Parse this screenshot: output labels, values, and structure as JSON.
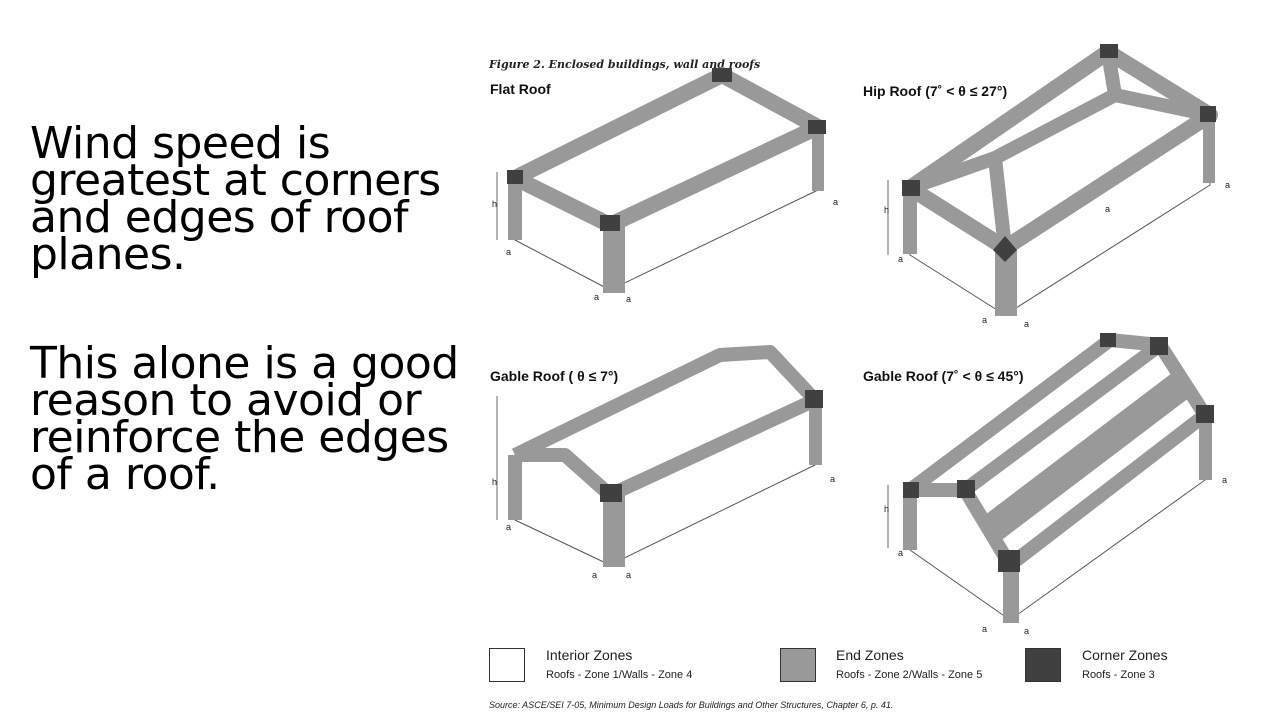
{
  "slide": {
    "paragraphs": [
      "Wind speed is greatest at corners and edges of roof planes.",
      "This alone is a good reason to avoid or reinforce the edges of a roof."
    ]
  },
  "figure": {
    "title": "Figure 2. Enclosed buildings, wall and roofs",
    "panels": [
      "Flat Roof",
      "Hip Roof (7˚ < θ ≤ 27°)",
      "Gable Roof ( θ ≤ 7°)",
      "Gable Roof (7˚ < θ ≤ 45°)"
    ],
    "dim_h": "h",
    "dim_a": "a",
    "legend": [
      {
        "title": "Interior Zones",
        "sub": "Roofs - Zone 1/Walls - Zone 4",
        "color": "#ffffff"
      },
      {
        "title": "End Zones",
        "sub": "Roofs - Zone 2/Walls - Zone 5",
        "color": "#999999"
      },
      {
        "title": "Corner Zones",
        "sub": "Roofs - Zone 3",
        "color": "#404040"
      }
    ],
    "source": "Source:  ASCE/SEI 7-05,  Minimum Design Loads for Buildings and Other Structures, Chapter 6,  p. 41."
  }
}
